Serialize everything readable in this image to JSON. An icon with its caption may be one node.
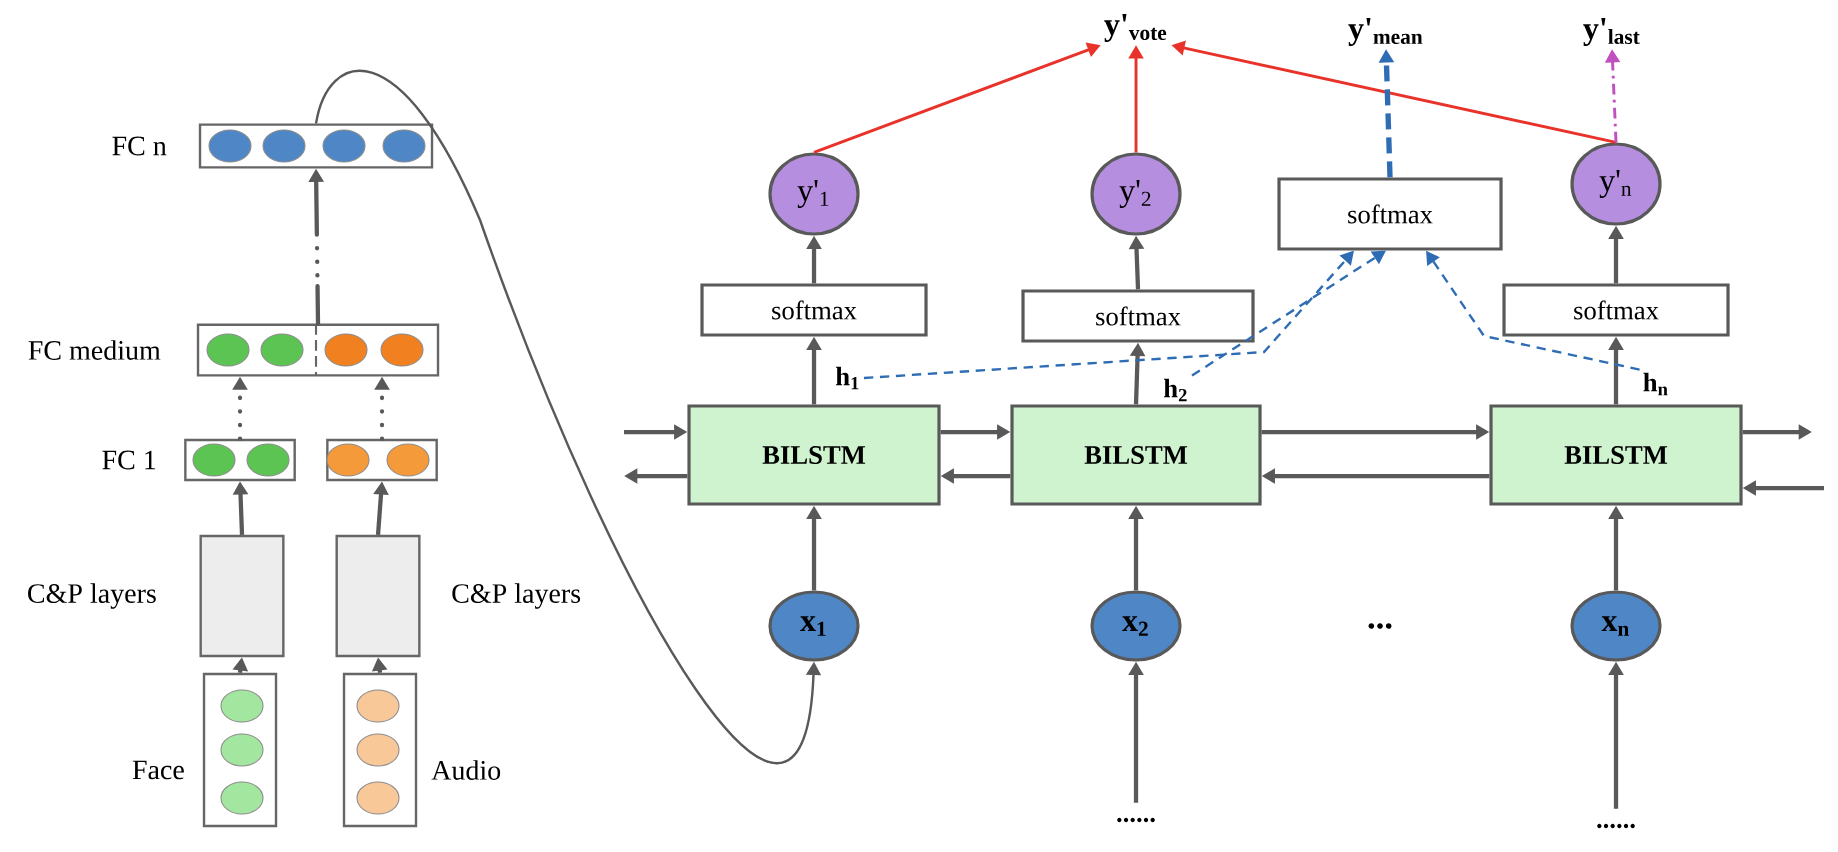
{
  "diagram": {
    "nodes": [
      {
        "text": [
          "FC n"
        ]
      },
      {
        "text": [
          "FC medium"
        ]
      },
      {
        "text": [
          "FC 1"
        ]
      },
      {
        "text": [],
        "shape": "box"
      },
      {
        "text": [
          "C&P layers"
        ]
      },
      {
        "text": [
          "C&P layers"
        ]
      },
      {
        "text": [
          "Face"
        ]
      },
      {
        "text": [
          "Audio"
        ]
      },
      {
        "text": [
          "y'$_{vote}$"
        ]
      },
      {
        "text": [
          "y'$_{mean}$"
        ]
      },
      {
        "text": [
          "y'$_{last}$"
        ]
      },
      {
        "text": [
          "y'$_{1}$"
        ]
      },
      {
        "text": [
          "y'$_{2}$"
        ]
      },
      {
        "text": [
          "softmax"
        ]
      },
      {
        "text": [
          "y'$_{n}$"
        ]
      },
      {
        "text": [
          "softmax"
        ]
      },
      {
        "text": [
          "softmax"
        ]
      },
      {
        "text": [
          "softmax"
        ]
      },
      {
        "text": [
          "BILSTM"
        ]
      },
      {
        "text": [
          "BILSTM"
        ]
      },
      {
        "text": [
          "BILSTM"
        ]
      },
      {
        "text": [
          "h$_{1}$"
        ]
      },
      {
        "text": [
          "h$_{2}$"
        ]
      },
      {
        "text": [
          "h$_{n}$"
        ]
      },
      {
        "text": [
          "x$_{1}$"
        ]
      },
      {
        "text": [
          "x$_{2}$"
        ]
      },
      {
        "text": [
          "x$_{n}$"
        ]
      },
      {
        "text": [
          "......"
        ]
      },
      {
        "text": [
          "......"
        ]
      }
    ],
    "edges": [
      {
        "from": 6,
        "to": 4,
        "arrow": "to"
      },
      {
        "from": 7,
        "to": 5,
        "arrow": "to"
      },
      {
        "from": 4,
        "to": 2,
        "arrow": "to"
      },
      {
        "from": 5,
        "to": 3,
        "arrow": "to"
      },
      {
        "from": 2,
        "to": 1,
        "arrow": "to",
        "style": "dashed"
      },
      {
        "from": 3,
        "to": 1,
        "arrow": "to",
        "style": "dashed"
      },
      {
        "from": 1,
        "to": 0,
        "arrow": "to",
        "style": "dashed"
      },
      {
        "from": 0,
        "to": 24,
        "arrow": "to"
      },
      {
        "from": 27,
        "to": 25,
        "arrow": "to"
      },
      {
        "from": 28,
        "to": 26,
        "arrow": "to"
      },
      {
        "from": 24,
        "to": 18,
        "arrow": "to"
      },
      {
        "from": 25,
        "to": 19,
        "arrow": "to"
      },
      {
        "from": 26,
        "to": 20,
        "arrow": "to"
      },
      {
        "from": null,
        "to": 18,
        "arrow": "to"
      },
      {
        "from": 18,
        "to": null,
        "arrow": "to"
      },
      {
        "from": 18,
        "to": 19,
        "arrow": "to"
      },
      {
        "from": 19,
        "to": 18,
        "arrow": "to"
      },
      {
        "from": 19,
        "to": 20,
        "arrow": "to"
      },
      {
        "from": 20,
        "to": 19,
        "arrow": "to"
      },
      {
        "from": 20,
        "to": null,
        "arrow": "to"
      },
      {
        "from": null,
        "to": 20,
        "arrow": "to"
      },
      {
        "from": 18,
        "to": 15,
        "arrow": "to"
      },
      {
        "from": 19,
        "to": 16,
        "arrow": "to"
      },
      {
        "from": 20,
        "to": 17,
        "arrow": "to"
      },
      {
        "from": 15,
        "to": 11,
        "arrow": "to"
      },
      {
        "from": 16,
        "to": 12,
        "arrow": "to"
      },
      {
        "from": 17,
        "to": 14,
        "arrow": "to"
      },
      {
        "from": 11,
        "to": 8,
        "arrow": "to",
        "color": "#e8322a"
      },
      {
        "from": 12,
        "to": 8,
        "arrow": "to",
        "color": "#e8322a"
      },
      {
        "from": 14,
        "to": 8,
        "arrow": "to",
        "color": "#e8322a"
      },
      {
        "from": 14,
        "to": 10,
        "arrow": "to",
        "style": "dashed",
        "color": "#c050c0"
      },
      {
        "from": 21,
        "to": 13,
        "arrow": "to",
        "style": "dashed",
        "color": "#2e6db4"
      },
      {
        "from": 22,
        "to": 13,
        "arrow": "to",
        "style": "dashed",
        "color": "#2e6db4"
      },
      {
        "from": 23,
        "to": 13,
        "arrow": "to",
        "style": "dashed",
        "color": "#2e6db4"
      },
      {
        "from": 13,
        "to": 9,
        "arrow": "to",
        "style": "dashed",
        "color": "#2e6db4"
      }
    ],
    "labels": [
      "..."
    ]
  }
}
